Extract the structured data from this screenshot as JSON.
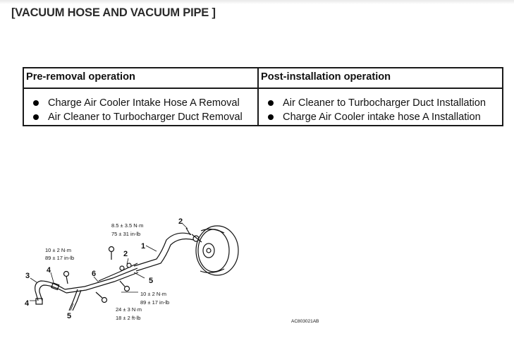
{
  "title": "[VACUUM HOSE AND VACUUM PIPE ]",
  "table": {
    "headers": [
      "Pre-removal operation",
      "Post-installation operation"
    ],
    "pre_removal": [
      "Charge Air Cooler Intake Hose A Removal",
      "Air Cleaner to Turbocharger Duct Removal"
    ],
    "post_installation": [
      "Air Cleaner to Turbocharger Duct Installation",
      "Charge Air Cooler intake hose A Installation"
    ]
  },
  "diagram": {
    "torque_top": [
      "8.5 ± 3.5 N·m",
      "75 ± 31 in-lb"
    ],
    "torque_left": [
      "10 ± 2 N·m",
      "89 ± 17 in-lb"
    ],
    "torque_right": [
      "10 ± 2 N·m",
      "89 ± 17 in-lb"
    ],
    "torque_bottom": [
      "24 ± 3 N·m",
      "18 ± 2 ft-lb"
    ],
    "callouts": {
      "c1": "1",
      "c2a": "2",
      "c2b": "2",
      "c3": "3",
      "c4a": "4",
      "c4b": "4",
      "c5a": "5",
      "c5b": "5",
      "c6": "6"
    },
    "figure_code": "AC803021AB"
  }
}
